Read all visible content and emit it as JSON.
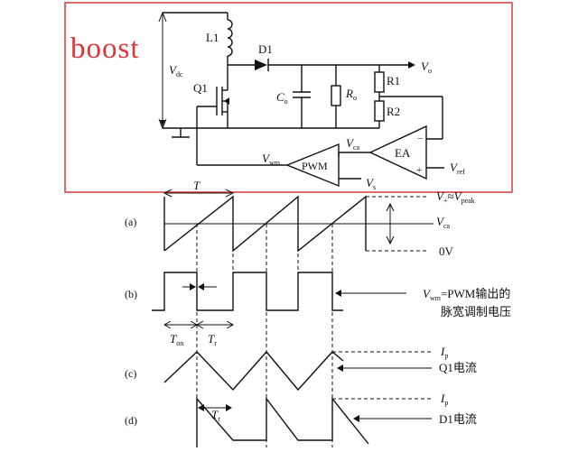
{
  "circuit": {
    "title": "boost",
    "frame_color": "#d9383a",
    "labels": {
      "vdc": "V",
      "vdc_sub": "dc",
      "l1": "L1",
      "d1": "D1",
      "q1": "Q1",
      "vo": "V",
      "vo_sub": "o",
      "co": "C",
      "co_sub": "o",
      "ro": "R",
      "ro_sub": "o",
      "r1": "R1",
      "r2": "R2",
      "vca": "V",
      "vca_sub": "ca",
      "vwm": "V",
      "vwm_sub": "wm",
      "pwm": "PWM",
      "ea": "EA",
      "plus": "+",
      "minus": "−",
      "vref": "V",
      "vref_sub": "ref",
      "vs": "V",
      "vs_sub": "s"
    }
  },
  "waveforms": {
    "period": "T",
    "ton": "T",
    "ton_sub": "on",
    "tr": "T",
    "tr_sub": "r",
    "row_a": {
      "label": "(a)",
      "vplus": "V",
      "vplus_sub": "+",
      "approx": "≈",
      "vpeak": "V",
      "vpeak_sub": "peak",
      "vca": "V",
      "vca_sub": "ca",
      "zero": "0V"
    },
    "row_b": {
      "label": "(b)",
      "vwm": "V",
      "vwm_sub": "wm",
      "desc1": "=PWM输出的",
      "desc2": "脉宽调制电压"
    },
    "row_c": {
      "label": "(c)",
      "ip": "I",
      "ip_sub": "p",
      "q1": "Q1电流"
    },
    "row_d": {
      "label": "(d)",
      "ip": "I",
      "ip_sub": "p",
      "d1": "D1电流"
    }
  }
}
